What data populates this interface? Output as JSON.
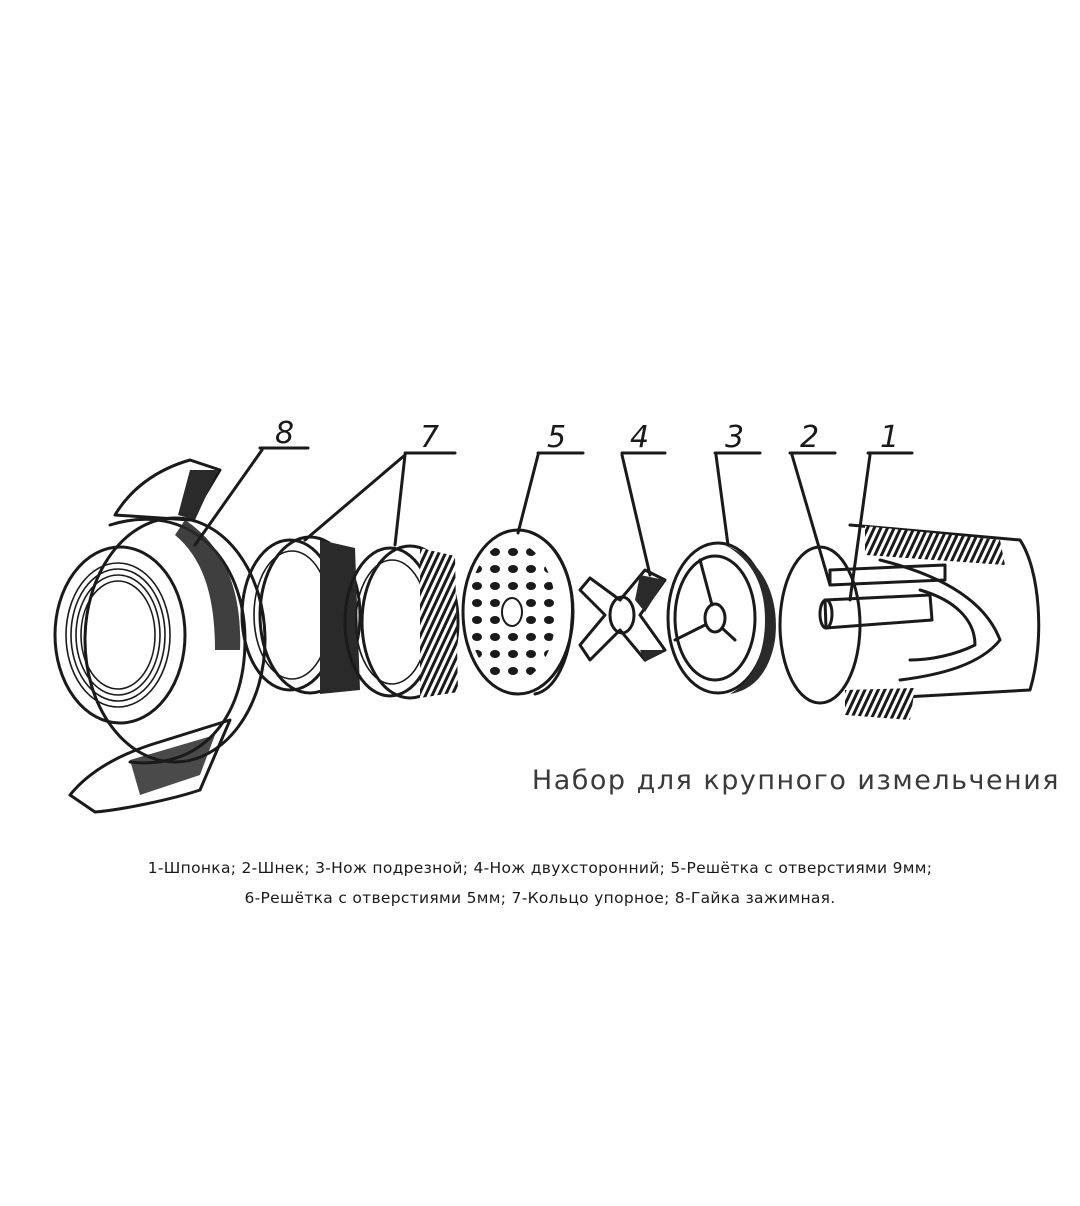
{
  "callouts": [
    {
      "number": "8",
      "label": "Гайка зажимная"
    },
    {
      "number": "7",
      "label": "Кольцо упорное"
    },
    {
      "number": "5",
      "label": "Решётка с отверстиями 9мм"
    },
    {
      "number": "4",
      "label": "Нож двухсторонний"
    },
    {
      "number": "3",
      "label": "Нож подрезной"
    },
    {
      "number": "2",
      "label": "Шнек"
    },
    {
      "number": "1",
      "label": "Шпонка"
    }
  ],
  "subtitle": "Набор для крупного измельчения",
  "caption": {
    "line1": "1-Шпонка; 2-Шнек; 3-Нож подрезной; 4-Нож двухсторонний; 5-Решётка с отверстиями 9мм;",
    "line2": "6-Решётка с отверстиями 5мм; 7-Кольцо упорное; 8-Гайка зажимная."
  },
  "colors": {
    "ink": "#1a1a1a",
    "background": "#ffffff",
    "subtitle": "#3a3a3a"
  }
}
